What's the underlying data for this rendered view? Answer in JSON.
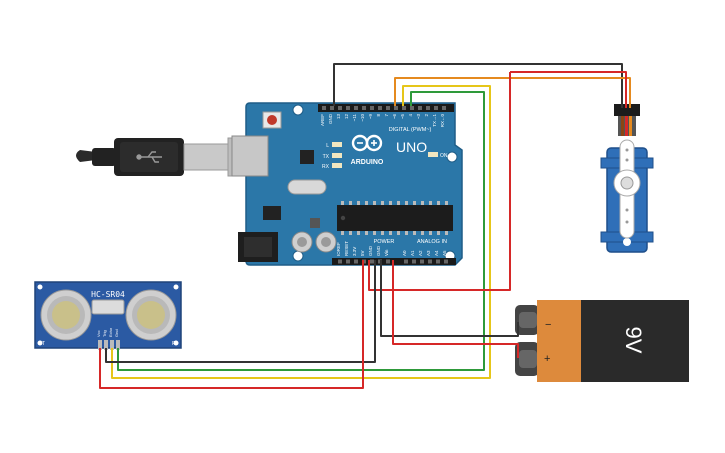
{
  "arduino": {
    "brand": "ARDUINO",
    "model": "UNO",
    "digital_label": "DIGITAL (PWM~)",
    "power_label": "POWER",
    "analog_label": "ANALOG IN",
    "on_label": "ON",
    "led_l": "L",
    "led_tx": "TX",
    "led_rx": "RX",
    "digital_pins": [
      "AREF",
      "GND",
      "13",
      "12",
      "~11",
      "~10",
      "~9",
      "8",
      "7",
      "~6",
      "~5",
      "4",
      "~3",
      "2",
      "TX→1",
      "RX←0"
    ],
    "power_pins": [
      "IOREF",
      "RESET",
      "3.3V",
      "5V",
      "GND",
      "GND",
      "Vin"
    ],
    "analog_pins": [
      "A0",
      "A1",
      "A2",
      "A3",
      "A4",
      "A5"
    ]
  },
  "sensor": {
    "name": "HC-SR04",
    "left_mark": "T",
    "right_mark": "R",
    "pins": [
      "Vcc",
      "Trig",
      "Echo",
      "Gnd"
    ]
  },
  "battery": {
    "voltage": "9V",
    "minus": "−",
    "plus": "+"
  },
  "colors": {
    "wire_red": "#d62828",
    "wire_black": "#333333",
    "wire_yellow": "#e6c619",
    "wire_green": "#2e9a3a",
    "wire_orange": "#e58a1f",
    "board_blue": "#2b77a8",
    "servo_blue": "#2f6fb8",
    "battery_orange": "#dd8a3c",
    "battery_black": "#2a2a2a"
  }
}
